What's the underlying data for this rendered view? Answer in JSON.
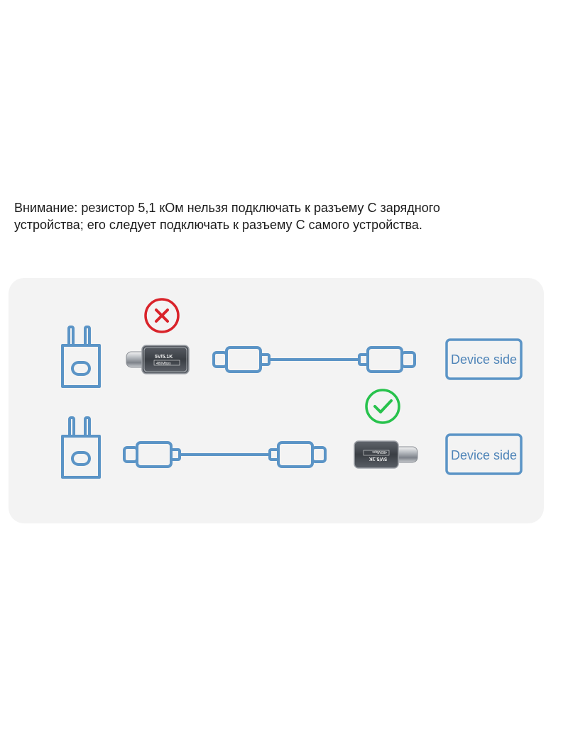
{
  "note": {
    "line1": "Внимание: резистор 5,1 кОм нельзя подключать к разъему С зарядного",
    "line2": "устройства; его следует подключать к разъему С самого устройства."
  },
  "rows": [
    {
      "status": "incorrect",
      "status_icon": "red-x-icon",
      "adapter": {
        "label": "5V/5.1K",
        "sublabel": "480Mbps",
        "position": "charger-side"
      },
      "device_label": "Device side"
    },
    {
      "status": "correct",
      "status_icon": "green-check-icon",
      "adapter": {
        "label": "5V/5.1K",
        "sublabel": "480Mbps",
        "position": "device-side"
      },
      "device_label": "Device side"
    }
  ],
  "colors": {
    "line": "#5b94c6",
    "device_text": "#4e84b8",
    "error": "#d9232a",
    "success": "#27c24c",
    "panel": "#f3f3f3"
  }
}
